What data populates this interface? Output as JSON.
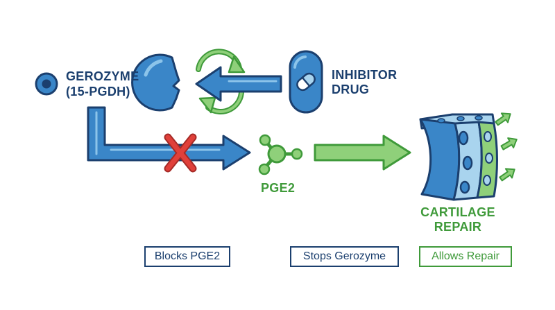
{
  "colors": {
    "navy": "#1b3f6e",
    "blue": "#3a86c8",
    "light_blue": "#a9d4ee",
    "green": "#3f9a3a",
    "light_green": "#8fd07a",
    "red": "#e0403a"
  },
  "icons": {
    "enzyme": "pacman-enzyme-icon",
    "cell": "cell-icon",
    "drug": "capsule-icon",
    "molecule": "molecule-icon",
    "block": "red-x-icon",
    "tissue": "cartilage-tissue-icon"
  },
  "labels": {
    "gerozyme_line1": "GEROZYME",
    "gerozyme_line2": "(15-PGDH)",
    "inhibitor_line1": "INHIBITOR",
    "inhibitor_line2": "DRUG",
    "pge2": "PGE2",
    "cartilage_line1": "CARTILAGE",
    "cartilage_line2": "REPAIR"
  },
  "legend": {
    "blocks": "Blocks PGE2",
    "stops": "Stops Gerozyme",
    "allows": "Allows Repair"
  }
}
